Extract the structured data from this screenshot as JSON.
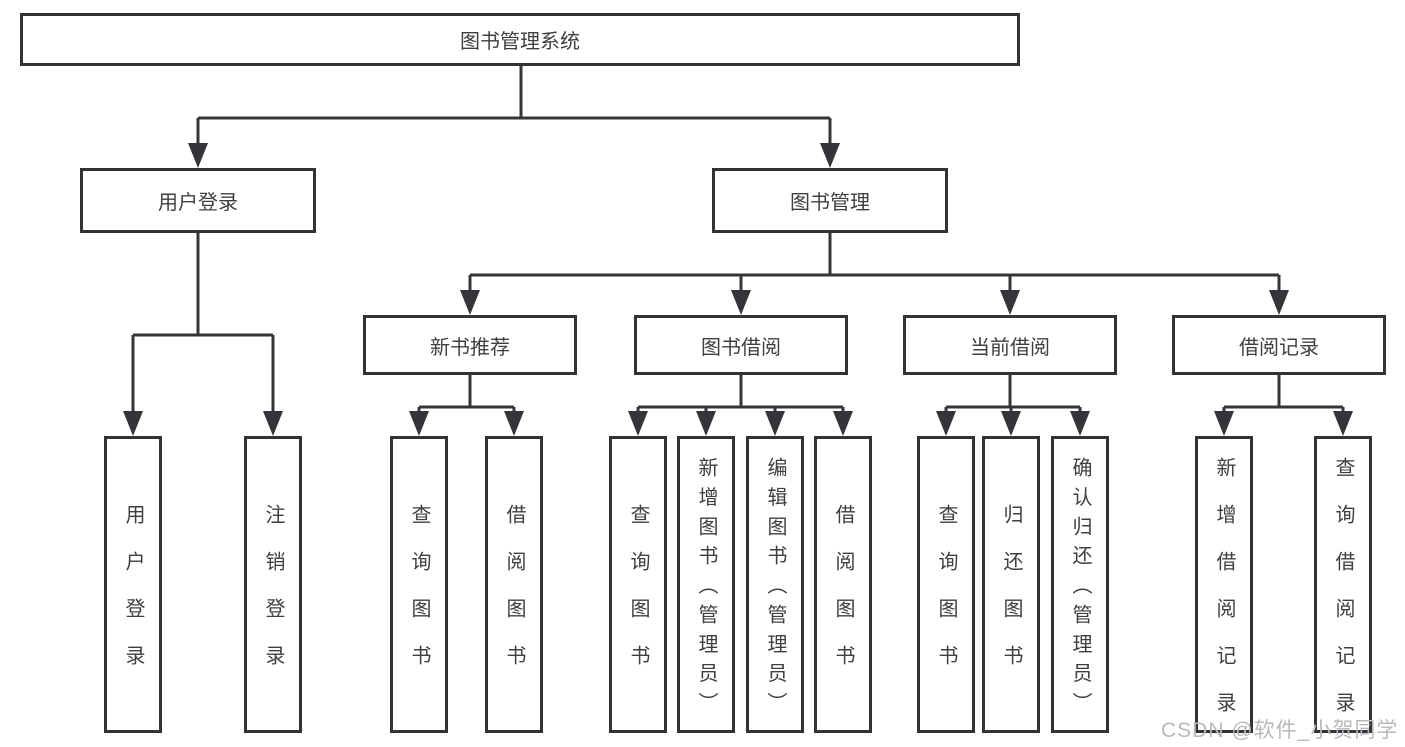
{
  "tree": {
    "root": "图书管理系统",
    "children": [
      {
        "label": "用户登录",
        "children": [
          "用户登录",
          "注销登录"
        ]
      },
      {
        "label": "图书管理",
        "children": [
          {
            "label": "新书推荐",
            "children": [
              "查询图书",
              "借阅图书"
            ]
          },
          {
            "label": "图书借阅",
            "children": [
              "查询图书",
              "新增图书（管理员）",
              "编辑图书（管理员）",
              "借阅图书"
            ]
          },
          {
            "label": "当前借阅",
            "children": [
              "查询图书",
              "归还图书",
              "确认归还（管理员）"
            ]
          },
          {
            "label": "借阅记录",
            "children": [
              "新增借阅记录",
              "查询借阅记录"
            ]
          }
        ]
      }
    ]
  },
  "watermark": {
    "text": "CSDN @软件_小贺同学"
  },
  "colors": {
    "line": "#333538",
    "border": "#313437",
    "text": "#3d4043",
    "watermark": "#b7b9bc",
    "background": "#ffffff"
  }
}
